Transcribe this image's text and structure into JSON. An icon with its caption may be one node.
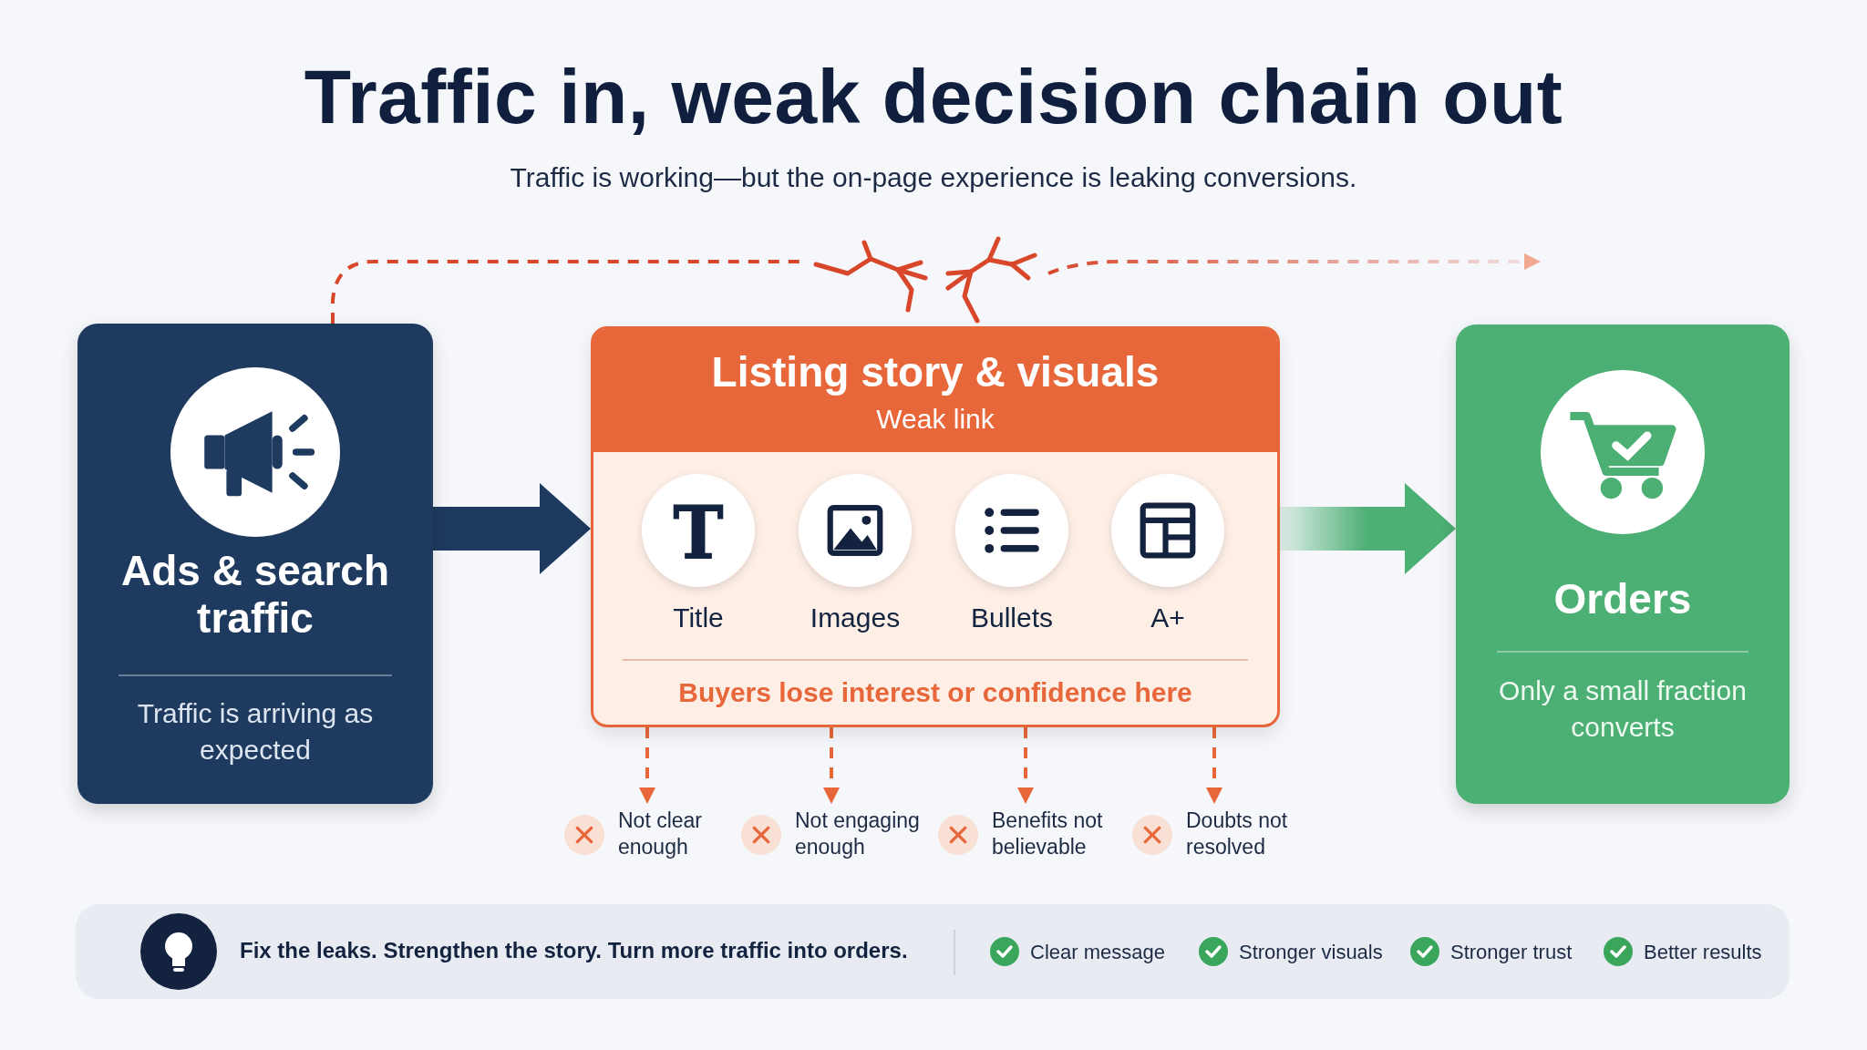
{
  "diagram": {
    "title": "Traffic in, weak decision chain out",
    "nodes": [
      {
        "text": [
          "Ads & search traffic",
          "Traffic is arriving as expected"
        ]
      },
      {
        "text": [
          "Listing story & visuals",
          "Weak link",
          "Buyers lose interest or confidence here"
        ]
      },
      {
        "text": [
          "Title"
        ],
        "in": 1
      },
      {
        "text": [
          "Images"
        ],
        "in": 1
      },
      {
        "text": [
          "Bullets"
        ],
        "in": 1
      },
      {
        "text": [
          "A+"
        ],
        "in": 1
      },
      {
        "text": [
          "Orders",
          "Only a small fraction converts"
        ]
      },
      {
        "text": [
          "Not clear enough"
        ]
      },
      {
        "text": [
          "Not engaging enough"
        ]
      },
      {
        "text": [
          "Benefits not believable"
        ]
      },
      {
        "text": [
          "Doubts not resolved"
        ]
      },
      {
        "text": [
          "Fix the leaks. Strengthen the story. Turn more traffic into orders.",
          "Clear message",
          "Stronger visuals",
          "Stronger trust",
          "Better results"
        ]
      }
    ],
    "edges": [
      {
        "from": 0,
        "to": 1,
        "arrow": "to",
        "style": "thick",
        "color": "#1e3a5f"
      },
      {
        "from": 1,
        "to": 6,
        "arrow": "to",
        "style": "thick",
        "color": "#4caf74"
      },
      {
        "from": 1,
        "to": 7,
        "arrow": "to",
        "style": "dashed"
      },
      {
        "from": 1,
        "to": 8,
        "arrow": "to",
        "style": "dashed"
      },
      {
        "from": 1,
        "to": 9,
        "arrow": "to",
        "style": "dashed"
      },
      {
        "from": 1,
        "to": 10,
        "arrow": "to",
        "style": "dashed"
      },
      {
        "from": 0,
        "to": null,
        "arrow": "to",
        "style": "dashed",
        "color": "#d9472b"
      }
    ],
    "labels": [
      "Traffic is working—but the on-page experience is leaking conversions."
    ]
  }
}
